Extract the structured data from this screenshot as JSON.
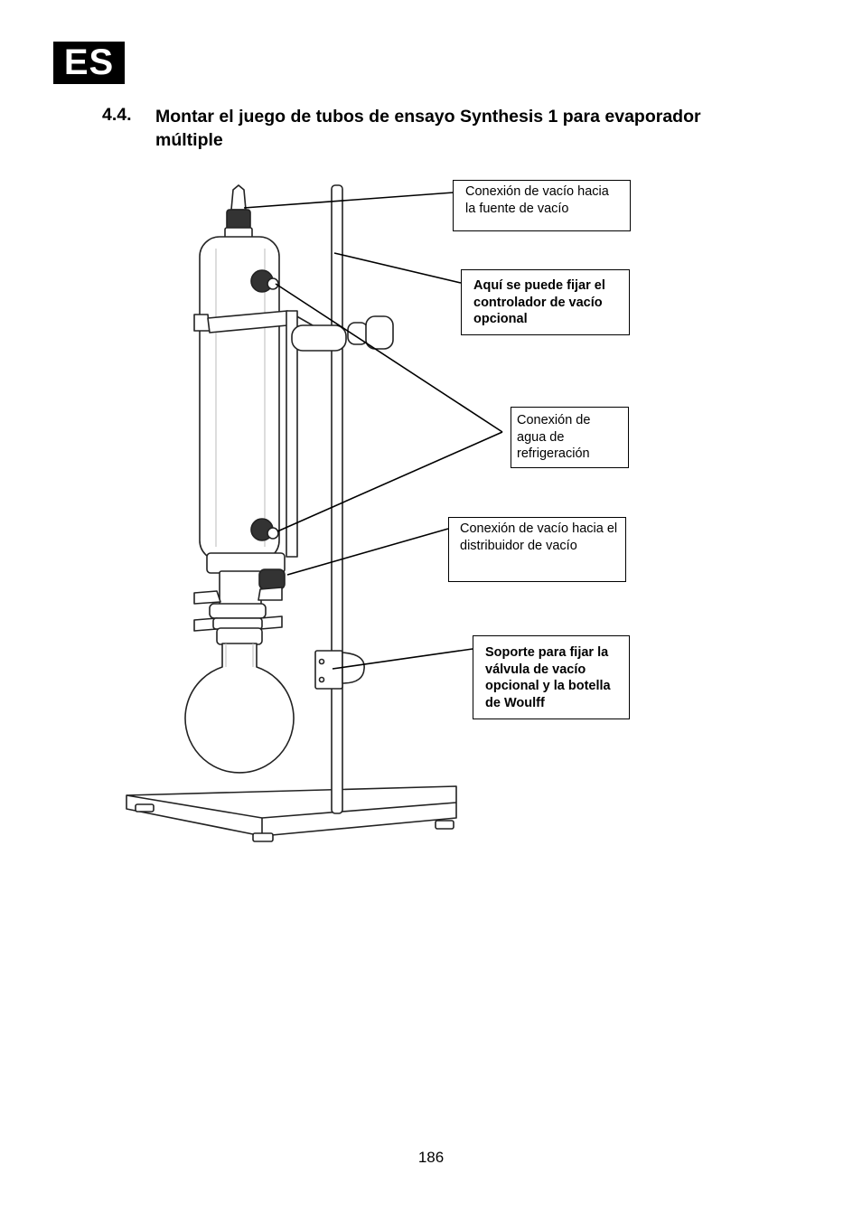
{
  "header": {
    "language_badge": "ES"
  },
  "section": {
    "number": "4.4.",
    "title": "Montar el juego de tubos de ensayo Synthesis 1 para evaporador múltiple"
  },
  "callouts": {
    "vacuum_source": "Conexión de vacío hacia la fuente de vacío",
    "vacuum_controller": "Aquí se puede fijar el controlador de vacío opcional",
    "cooling_water": "Conexión de agua de refrigeración",
    "vacuum_distributor": "Conexión de vacío hacia el distribuidor de vacío",
    "valve_support": "Soporte para fijar la válvula de vacío opcional y la botella de Woulff"
  },
  "footer": {
    "page_number": "186"
  }
}
